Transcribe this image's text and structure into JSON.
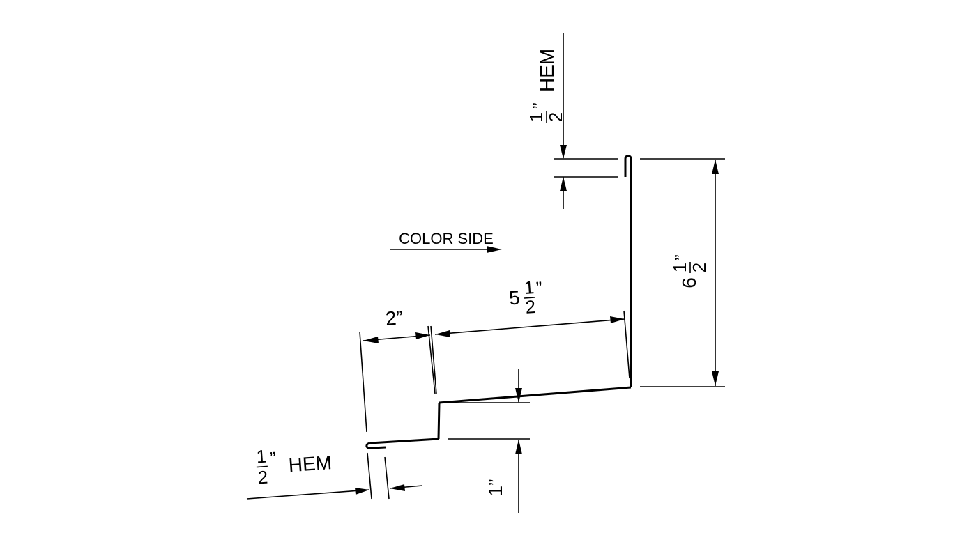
{
  "diagram": {
    "colors": {
      "line": "#000000",
      "background": "#ffffff"
    },
    "labels": {
      "top_hem": {
        "numerator": "1",
        "denominator": "2",
        "unit": "”",
        "text": "HEM"
      },
      "bottom_hem": {
        "numerator": "1",
        "denominator": "2",
        "unit": "”",
        "text": "HEM"
      },
      "color_side": "COLOR SIDE",
      "width_2": "2”",
      "width_5_half": {
        "whole": "5",
        "numerator": "1",
        "denominator": "2",
        "unit": "”"
      },
      "height_6_half": {
        "whole": "6",
        "numerator": "1",
        "denominator": "2",
        "unit": "”"
      },
      "step_1": "1”"
    }
  }
}
